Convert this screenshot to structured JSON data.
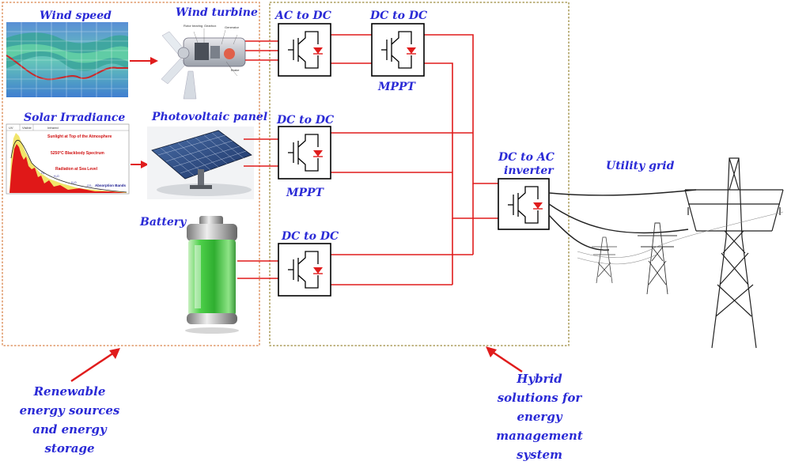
{
  "sections": {
    "wind_speed": "Wind speed",
    "wind_turbine": "Wind turbine",
    "solar_irradiance": "Solar Irradiance",
    "pv_panel": "Photovoltaic panel",
    "battery": "Battery",
    "utility_grid": "Utility grid"
  },
  "converters": {
    "ac_dc": "AC to DC",
    "dc_dc_top": "DC to DC",
    "mppt_top": "MPPT",
    "dc_dc_mid": "DC to DC",
    "mppt_mid": "MPPT",
    "dc_dc_bottom": "DC to DC",
    "inverter_line1": "DC to AC",
    "inverter_line2": "inverter"
  },
  "captions": {
    "renewable": [
      "Renewable",
      "energy sources",
      "and energy",
      "storage"
    ],
    "hybrid": [
      "Hybrid",
      "solutions for",
      "energy",
      "management",
      "system"
    ]
  },
  "solar_chart": {
    "top_labels": [
      "UV",
      "Visible",
      "Infrared"
    ],
    "annotation_1": "Sunlight at Top of the Atmosphere",
    "annotation_2": "5250°C Blackbody Spectrum",
    "annotation_3": "Radiation at Sea Level",
    "annotation_4": "Absorption Bands"
  },
  "colors": {
    "label_blue": "#2a2ad6",
    "wire_red": "#e01c1c",
    "box_orange": "#d9844a",
    "box_olive": "#9c8a3c"
  }
}
